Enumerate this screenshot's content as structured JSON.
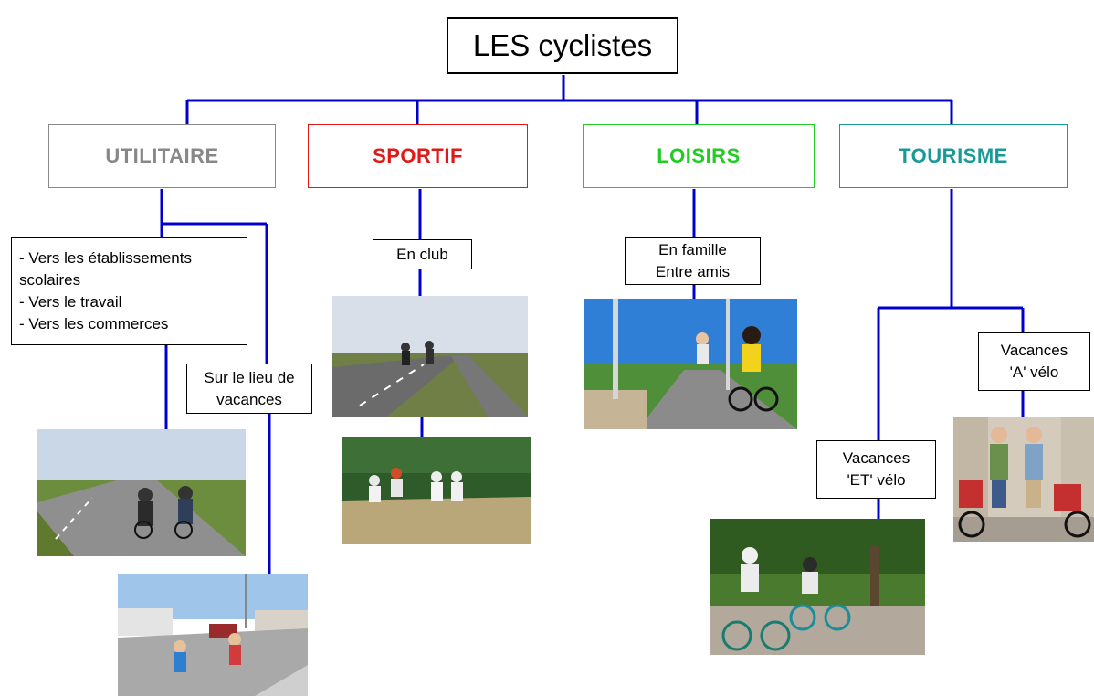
{
  "root": {
    "label": "LES cyclistes"
  },
  "categories": [
    {
      "label": "UTILITAIRE",
      "color": "#888888"
    },
    {
      "label": "SPORTIF",
      "color": "#e01818"
    },
    {
      "label": "LOISIRS",
      "color": "#22cc22"
    },
    {
      "label": "TOURISME",
      "color": "#1a9999"
    }
  ],
  "utilitaire": {
    "destinations": [
      "- Vers les établissements",
      "scolaires",
      "- Vers le travail",
      "- Vers les commerces"
    ],
    "vacances_site": [
      "Sur le lieu de",
      "vacances"
    ]
  },
  "sportif": {
    "club": "En club"
  },
  "loisirs": {
    "group": [
      "En famille",
      "Entre amis"
    ]
  },
  "tourisme": {
    "et_velo": [
      "Vacances",
      "'ET' vélo"
    ],
    "a_velo": [
      "Vacances",
      "'A' vélo"
    ]
  },
  "connector_color": "#0000cc"
}
